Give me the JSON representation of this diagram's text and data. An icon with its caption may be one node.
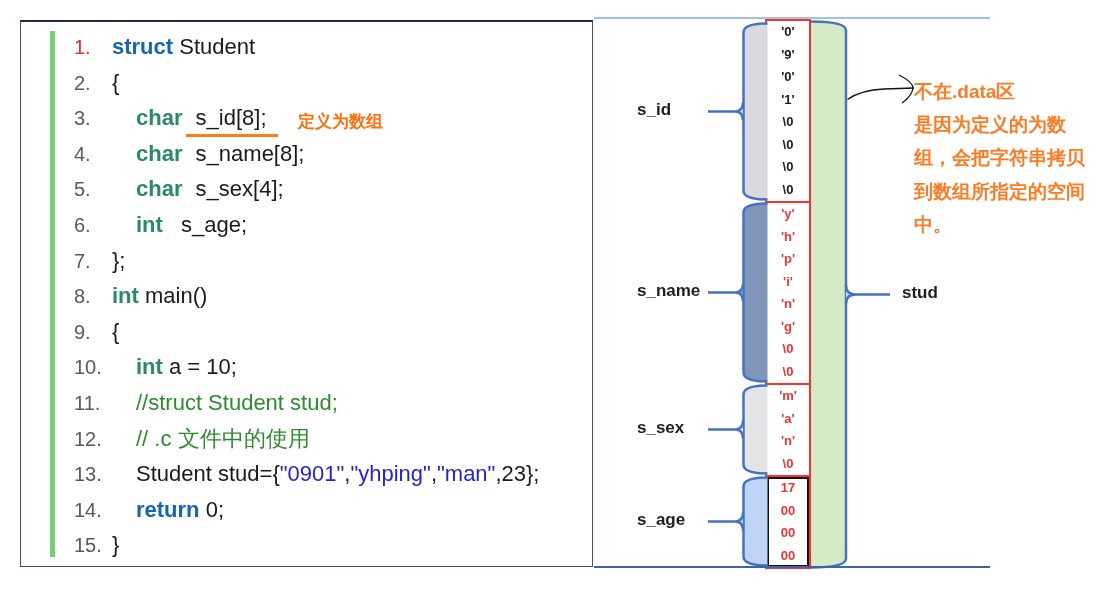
{
  "diagram": {
    "nodes": [
      {
        "text": [
          "1. **struct** Student",
          "2. {",
          "3. **char** s_id[8];",
          "4. **char** s_name[8];",
          "5. **char** s_sex[4];",
          "6. **int** s_age;",
          "7. };",
          "8. **int** main()",
          "9. {",
          "10. **int** a = 10;",
          "11. //struct Student stud;",
          "12. // .c 文件中的使用",
          "13. Student stud={\"0901\",\"yhping\",\"man\",23};",
          "14. **return** 0;",
          "15. }"
        ]
      },
      {
        "text": [],
        "shape": "box"
      },
      {
        "text": [
          "'0'",
          "'9'",
          "'0'",
          "'1'",
          "\\0",
          "\\0",
          "\\0",
          "\\0"
        ],
        "in": 1
      },
      {
        "text": [
          "'y'",
          "'h'",
          "'p'",
          "'i'",
          "'n'",
          "'g'",
          "\\0",
          "\\0"
        ],
        "in": 1
      },
      {
        "text": [
          "'m'",
          "'a'",
          "'n'",
          "\\0"
        ],
        "in": 1
      },
      {
        "text": [
          "17",
          "00",
          "00",
          "00"
        ],
        "in": 1
      },
      {
        "text": [],
        "shape": "brace"
      },
      {
        "text": [],
        "shape": "brace"
      },
      {
        "text": [],
        "shape": "brace"
      },
      {
        "text": [],
        "shape": "brace"
      },
      {
        "text": [],
        "shape": "brace"
      },
      {
        "text": [
          "不在.data区",
          "是因为定义的为数组，会把字符串拷贝到数组所指定的空间中。"
        ]
      }
    ],
    "edges": [
      {
        "from": 11,
        "to": 10,
        "arrow": "none"
      }
    ],
    "labels": [
      "定义为数组",
      "s_id",
      "s_name",
      "stud",
      "s_sex",
      "s_age"
    ]
  }
}
